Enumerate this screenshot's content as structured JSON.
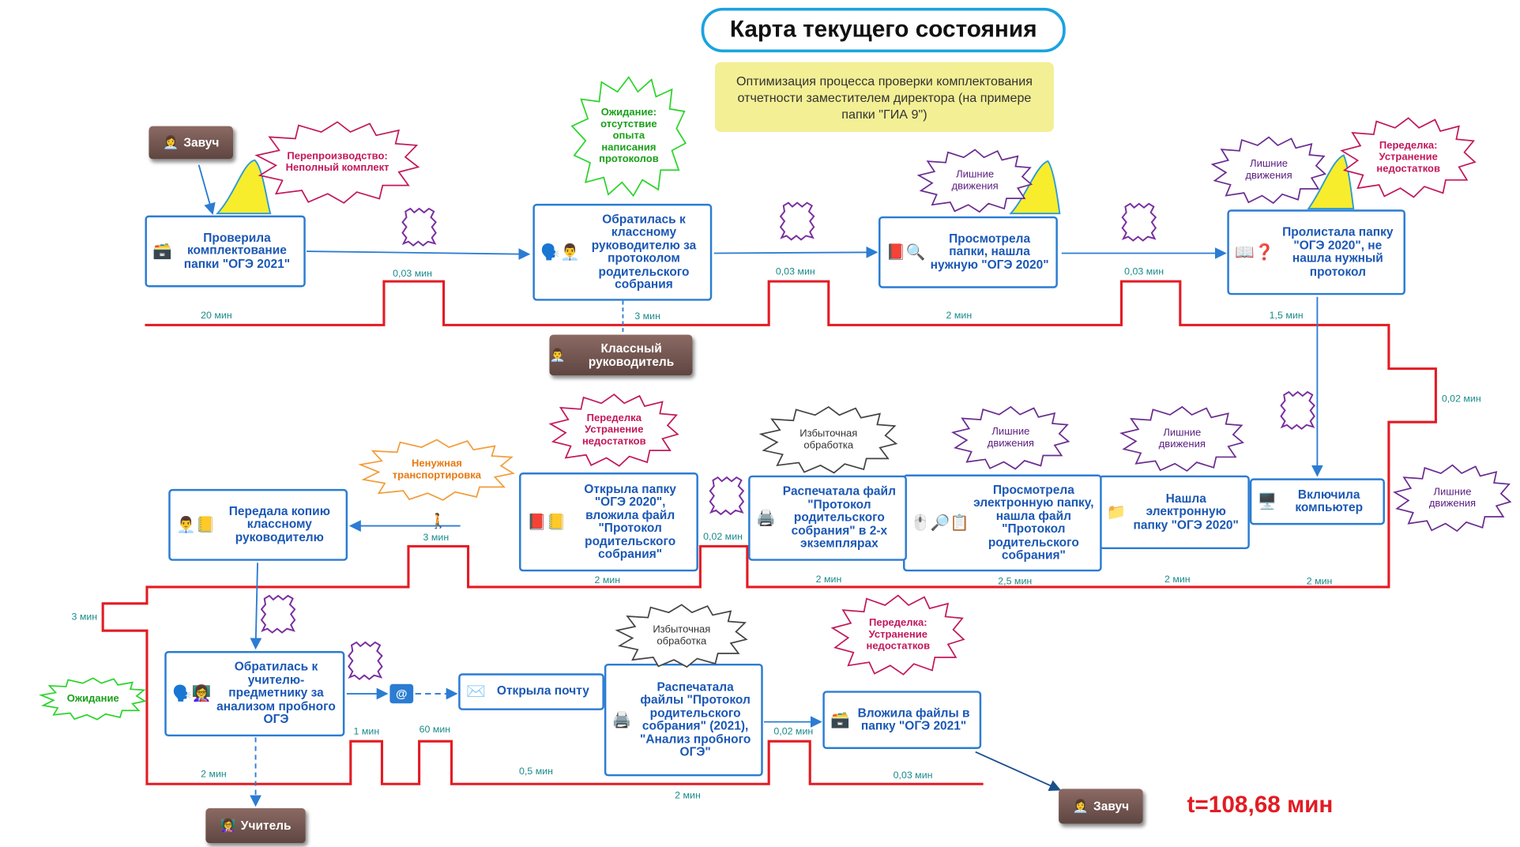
{
  "title": "Карта текущего состояния",
  "subtitle": "Оптимизация процесса проверки комплектования отчетности заместителем директора (на примере папки \"ГИА 9\")",
  "total": "t=108,68 мин",
  "actors": {
    "zavuch_top": "Завуч",
    "class_teacher": "Классный руководитель",
    "teacher": "Учитель",
    "zavuch_bottom": "Завуч"
  },
  "steps": {
    "s1": "Проверила комплектование папки \"ОГЭ 2021\"",
    "s2": "Обратилась к классному руководителю за протоколом родительского собрания",
    "s3": "Просмотрела папки, нашла нужную \"ОГЭ 2020\"",
    "s4": "Пролистала папку \"ОГЭ 2020\", не нашла нужный протокол",
    "s5": "Включила компьютер",
    "s6": "Нашла электронную папку \"ОГЭ 2020\"",
    "s7": "Просмотрела электронную папку, нашла файл \"Протокол родительского собрания\"",
    "s8": "Распечатала файл \"Протокол родительского собрания\" в 2-х экземплярах",
    "s9": "Открыла папку \"ОГЭ 2020\", вложила файл \"Протокол родительского собрания\"",
    "s10": "Передала копию классному руководителю",
    "s11": "Обратилась к учителю-предметнику за анализом пробного ОГЭ",
    "s12": "Открыла почту",
    "s13": "Распечатала файлы \"Протокол родительского собрания\" (2021), \"Анализ пробного ОГЭ\"",
    "s14": "Вложила файлы в папку \"ОГЭ 2021\""
  },
  "wastes": {
    "w1": "Перепроизводство: Неполный комплект",
    "w2": "Ожидание: отсутствие опыта написания протоколов",
    "w3": "Лишние движения",
    "w4": "Лишние движения",
    "w5": "Переделка: Устранение недостатков",
    "w6": "Лишние движения",
    "w7": "Лишние движения",
    "w8": "Лишние движения",
    "w9": "Избыточная обработка",
    "w10": "Переделка Устранение недостатков",
    "w11": "Ненужная транспортировка",
    "w12": "Ожидание",
    "w13": "Избыточная обработка",
    "w14": "Переделка: Устранение недостатков"
  },
  "times": {
    "t1": "20 мин",
    "t2": "0,03 мин",
    "t3": "3 мин",
    "t4": "0,03 мин",
    "t5": "2 мин",
    "t6": "0,03 мин",
    "t7": "1,5 мин",
    "t8": "0,02 мин",
    "t9": "2 мин",
    "t10": "2 мин",
    "t11": "2,5 мин",
    "t12": "2 мин",
    "t13": "0,02 мин",
    "t14": "2 мин",
    "t15": "3 мин",
    "t16": "3 мин",
    "t17": "2 мин",
    "t18": "1 мин",
    "t19": "60 мин",
    "t20": "0,5 мин",
    "t21": "2 мин",
    "t22": "0,02 мин",
    "t23": "0,03 мин"
  },
  "mail_glyph": "@",
  "colors": {
    "timeline": "#e31b23",
    "step_border": "#2b7cd3",
    "step_text": "#1b58b5",
    "inventory": "#7b2fa0",
    "title_border": "#1aa3e0"
  }
}
